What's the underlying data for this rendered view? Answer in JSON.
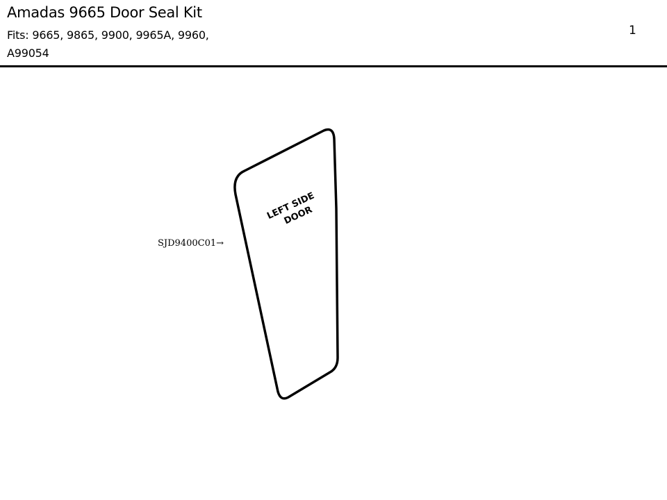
{
  "header": {
    "title": "Amadas 9665 Door Seal Kit",
    "fits": "Fits: 9665, 9865, 9900, 9965A, 9960, A99054",
    "page_number": "1"
  },
  "diagram": {
    "part_label": "LEFT SIDE DOOR",
    "part_label_line1": "LEFT SIDE",
    "part_label_line2": "DOOR",
    "callout": "SJD9400C01→"
  }
}
